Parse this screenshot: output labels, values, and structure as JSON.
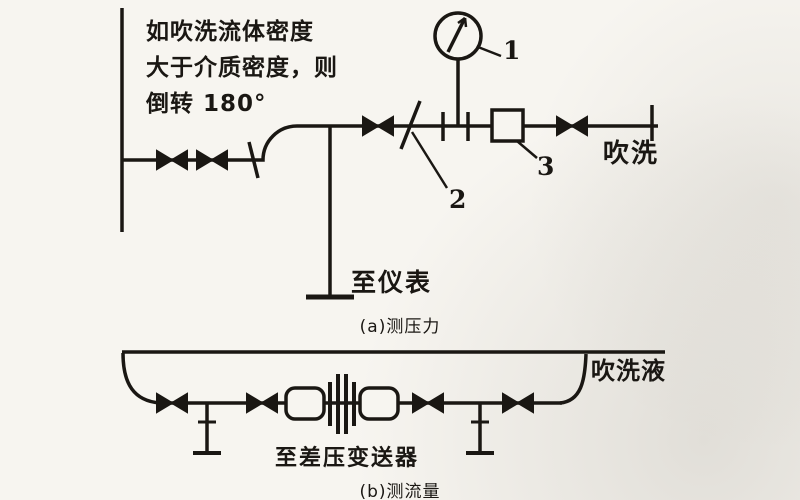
{
  "figure": {
    "diagram_a": {
      "note": {
        "line1": "如吹洗流体密度",
        "line2": "大于介质密度，则",
        "line3": "倒转 180°"
      },
      "callouts": {
        "gauge": "1",
        "tap": "2",
        "restrictor": "3"
      },
      "purge_label": "吹洗",
      "to_instrument": "至仪表",
      "caption": "(a)测压力"
    },
    "diagram_b": {
      "purge_liquid_label": "吹洗液",
      "to_transmitter": "至差压变送器",
      "caption": "(b)测流量"
    },
    "colors": {
      "ink": "#1a1713",
      "paper": "#f7f5f0"
    }
  }
}
